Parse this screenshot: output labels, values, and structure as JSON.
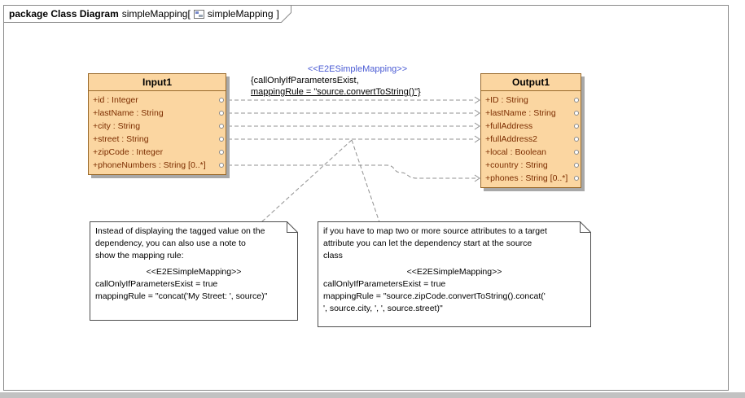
{
  "frame": {
    "keyword": "package Class Diagram",
    "name": "simpleMapping[",
    "ref": "simpleMapping",
    "close": "]"
  },
  "classes": {
    "input1": {
      "name": "Input1",
      "attributes": [
        "+id : Integer",
        "+lastName : String",
        "+city : String",
        "+street : String",
        "+zipCode : Integer",
        "+phoneNumbers : String [0..*]"
      ]
    },
    "output1": {
      "name": "Output1",
      "attributes": [
        "+ID : String",
        "+lastName : String",
        "+fullAddress",
        "+fullAddress2",
        "+local : Boolean",
        "+country : String",
        "+phones : String [0..*]"
      ]
    }
  },
  "dependency_label": {
    "stereotype": "<<E2ESimpleMapping>>",
    "line1": "{callOnlyIfParametersExist,",
    "line2": "mappingRule = \"source.convertToString()\"}"
  },
  "notes": {
    "left": {
      "body": [
        "Instead of displaying the tagged value on the",
        "dependency, you can also use a note to",
        "show the mapping rule:"
      ],
      "stereotype": "<<E2ESimpleMapping>>",
      "lines": [
        "callOnlyIfParametersExist = true",
        "mappingRule = \"concat('My Street: ', source)\""
      ]
    },
    "right": {
      "body": [
        "if you have to map two or more source attributes to a target",
        "attribute you can let the dependency start at the source",
        "class"
      ],
      "stereotype": "<<E2ESimpleMapping>>",
      "lines": [
        "callOnlyIfParametersExist = true",
        "mappingRule = \"source.zipCode.convertToString().concat('",
        "', source.city, ', ', source.street)\""
      ]
    }
  },
  "colors": {
    "class_fill": "#fbd6a1",
    "class_border": "#99692a",
    "attribute_text": "#7c2d00",
    "stereotype_blue": "#4a5bd4",
    "connector_gray": "#909090",
    "note_border": "#4d4d4d",
    "frame_border": "#8a8a8a",
    "shadow_gray": "#a8a8a8"
  }
}
